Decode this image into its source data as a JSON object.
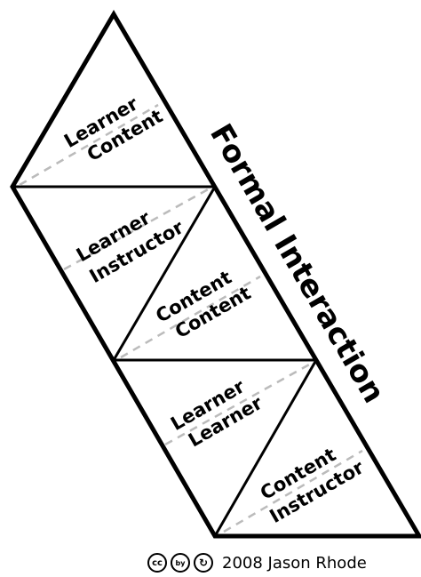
{
  "diagram": {
    "side_label": "Formal Interaction",
    "triangles": [
      {
        "line1": "Learner",
        "line2": "Content"
      },
      {
        "line1": "Learner",
        "line2": "Instructor"
      },
      {
        "line1": "Content",
        "line2": "Content"
      },
      {
        "line1": "Learner",
        "line2": "Learner"
      },
      {
        "line1": "Content",
        "line2": "Instructor"
      }
    ],
    "colors": {
      "stroke": "#000000",
      "fold_line": "#bbbbbb",
      "text": "#000000"
    }
  },
  "footer": {
    "cc_icon": "cc",
    "by_icon": "by",
    "share_alike_icon": "sa",
    "copyright_text": "2008 Jason Rhode"
  }
}
